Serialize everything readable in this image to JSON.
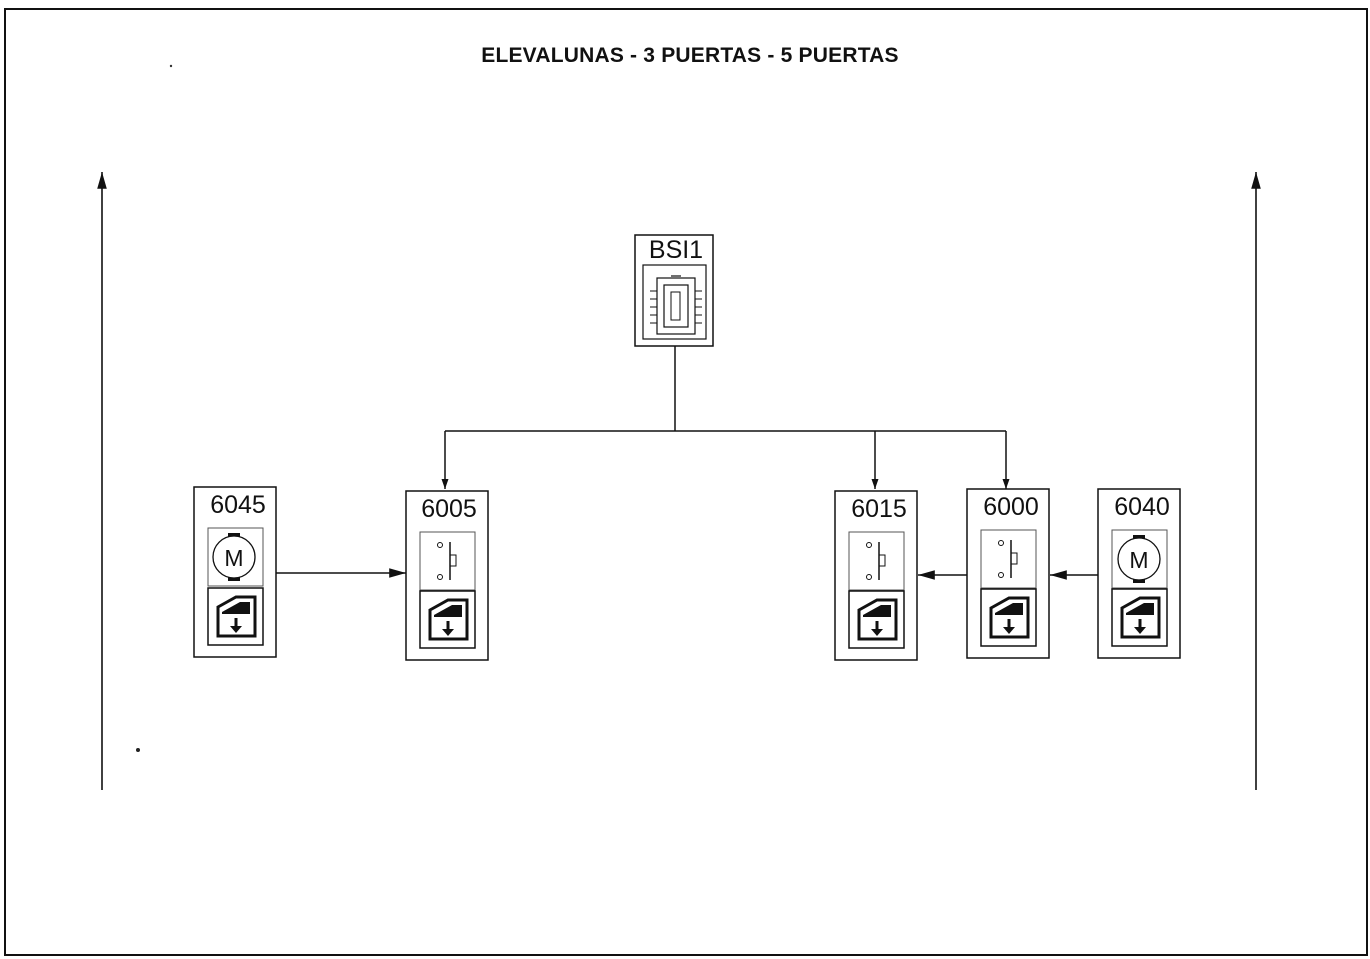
{
  "diagram": {
    "title": "ELEVALUNAS - 3 PUERTAS - 5 PUERTAS",
    "nodes": [
      {
        "id": "BSI1",
        "label": "BSI1",
        "icon": "control-unit-icon"
      },
      {
        "id": "6045",
        "label": "6045",
        "icon": "motor-icon"
      },
      {
        "id": "6005",
        "label": "6005",
        "icon": "switch-icon"
      },
      {
        "id": "6015",
        "label": "6015",
        "icon": "switch-icon"
      },
      {
        "id": "6000",
        "label": "6000",
        "icon": "switch-icon"
      },
      {
        "id": "6040",
        "label": "6040",
        "icon": "motor-icon"
      }
    ],
    "edges": [
      {
        "from": "BSI1",
        "to": "6005"
      },
      {
        "from": "BSI1",
        "to": "6015"
      },
      {
        "from": "BSI1",
        "to": "6000"
      },
      {
        "from": "6045",
        "to": "6005"
      },
      {
        "from": "6000",
        "to": "6015"
      },
      {
        "from": "6040",
        "to": "6000"
      }
    ],
    "motor_symbol": "M",
    "window_icon": "window-lift-icon",
    "line_color": "#111111"
  }
}
